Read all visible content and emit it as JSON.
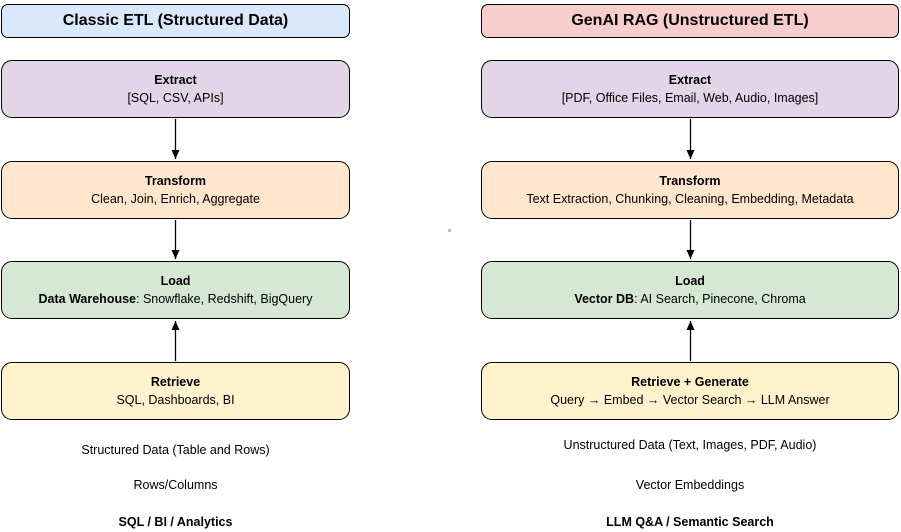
{
  "columns": [
    {
      "id": "classic-etl",
      "header": {
        "label": "Classic ETL (Structured Data)",
        "bg": "#dae8fc"
      },
      "steps": [
        {
          "title": "Extract",
          "lead": "",
          "detail": "[SQL, CSV, APIs]",
          "bg": "#e1d5e7"
        },
        {
          "title": "Transform",
          "lead": "",
          "detail": "Clean, Join, Enrich, Aggregate",
          "bg": "#ffe6cc"
        },
        {
          "title": "Load",
          "lead": "Data Warehouse",
          "detail": ": Snowflake, Redshift, BigQuery",
          "bg": "#d5e8d4"
        },
        {
          "title": "Retrieve",
          "lead": "",
          "detail": "SQL, Dashboards, BI",
          "bg": "#fff2cc"
        }
      ],
      "footnotes": [
        "Structured Data (Table and Rows)",
        "Rows/Columns",
        "SQL / BI / Analytics"
      ]
    },
    {
      "id": "genai-rag",
      "header": {
        "label": "GenAI RAG (Unstructured ETL)",
        "bg": "#f8cecc"
      },
      "steps": [
        {
          "title": "Extract",
          "lead": "",
          "detail": "[PDF, Office Files, Email, Web, Audio, Images]",
          "bg": "#e1d5e7"
        },
        {
          "title": "Transform",
          "lead": "",
          "detail": "Text Extraction, Chunking, Cleaning, Embedding, Metadata",
          "bg": "#ffe6cc"
        },
        {
          "title": "Load",
          "lead": "Vector DB",
          "detail": ": AI Search, Pinecone, Chroma",
          "bg": "#d5e8d4"
        },
        {
          "title": "Retrieve + Generate",
          "lead": "",
          "detail": "Query → Embed → Vector Search → LLM Answer",
          "bg": "#fff2cc"
        }
      ],
      "footnotes": [
        "Unstructured Data (Text, Images, PDF, Audio)",
        "Vector Embeddings",
        "LLM Q&A / Semantic Search"
      ]
    }
  ],
  "flows": [
    {
      "column": "classic-etl",
      "from": "Extract",
      "to": "Transform",
      "direction": "down"
    },
    {
      "column": "classic-etl",
      "from": "Transform",
      "to": "Load",
      "direction": "down"
    },
    {
      "column": "classic-etl",
      "from": "Retrieve",
      "to": "Load",
      "direction": "up"
    },
    {
      "column": "genai-rag",
      "from": "Extract",
      "to": "Transform",
      "direction": "down"
    },
    {
      "column": "genai-rag",
      "from": "Transform",
      "to": "Load",
      "direction": "down"
    },
    {
      "column": "genai-rag",
      "from": "Retrieve + Generate",
      "to": "Load",
      "direction": "up"
    }
  ],
  "colors": {
    "classic_header_bg": "#dae8fc",
    "genai_header_bg": "#f8cecc",
    "extract_bg": "#e1d5e7",
    "transform_bg": "#ffe6cc",
    "load_bg": "#d5e8d4",
    "retrieve_bg": "#fff2cc",
    "border": "#000000",
    "text": "#000000",
    "background": "#ffffff"
  }
}
